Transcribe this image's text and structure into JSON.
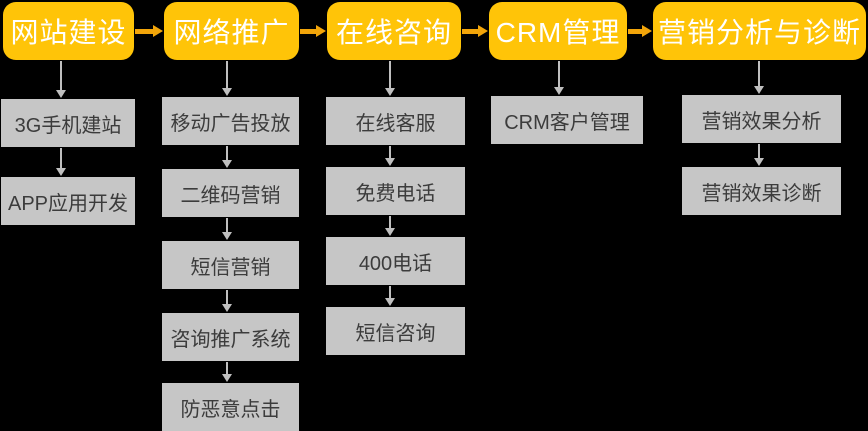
{
  "colors": {
    "header_bg": "#ffc408",
    "header_text": "#ffffff",
    "flow_arrow": "#f2a50a",
    "down_arrow": "#bfbfbf",
    "item_bg": "#c6c6c6",
    "item_text": "#3c3c3c",
    "background": "#000000"
  },
  "flowchart": {
    "columns": [
      {
        "header": "网站建设",
        "items": [
          "3G手机建站",
          "APP应用开发"
        ]
      },
      {
        "header": "网络推广",
        "items": [
          "移动广告投放",
          "二维码营销",
          "短信营销",
          "咨询推广系统",
          "防恶意点击"
        ]
      },
      {
        "header": "在线咨询",
        "items": [
          "在线客服",
          "免费电话",
          "400电话",
          "短信咨询"
        ]
      },
      {
        "header": "CRM管理",
        "items": [
          "CRM客户管理"
        ]
      },
      {
        "header": "营销分析与诊断",
        "items": [
          "营销效果分析",
          "营销效果诊断"
        ]
      }
    ]
  }
}
